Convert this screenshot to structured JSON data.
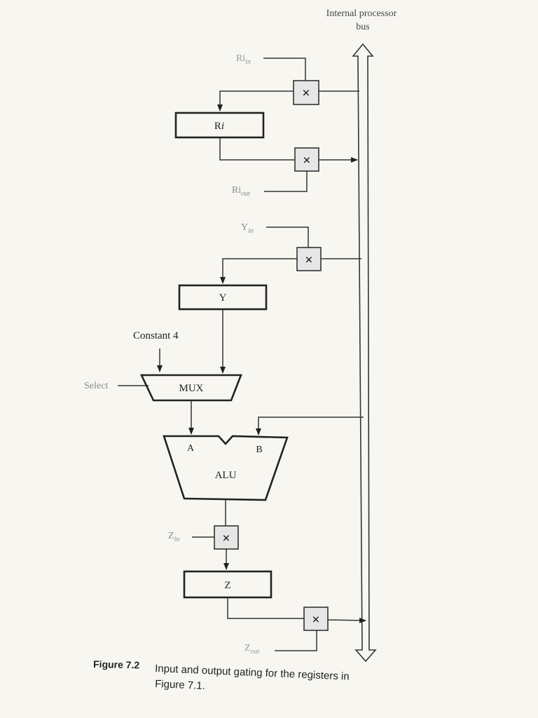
{
  "bus": {
    "label_line1": "Internal processor",
    "label_line2": "bus"
  },
  "signals": {
    "ri_in": {
      "base": "Ri",
      "sub": "in"
    },
    "ri_out": {
      "base": "Ri",
      "sub": "out"
    },
    "y_in": {
      "base": "Y",
      "sub": "in"
    },
    "z_in": {
      "base": "Z",
      "sub": "in"
    },
    "z_out": {
      "base": "Z",
      "sub": "out"
    },
    "select": "Select",
    "constant": "Constant 4"
  },
  "blocks": {
    "ri": {
      "base": "R",
      "italic": "i"
    },
    "y": "Y",
    "mux": "MUX",
    "alu": "ALU",
    "alu_a": "A",
    "alu_b": "B",
    "z": "Z"
  },
  "gate_symbol": "×",
  "caption": {
    "label": "Figure 7.2",
    "text_line1": "Input and output gating for the registers in",
    "text_line2": "Figure 7.1."
  },
  "colors": {
    "ink": "#222222",
    "faint_ink": "#8a8a8a",
    "gate_fill": "#e6e6e6",
    "paper": "#f7f6f1"
  }
}
